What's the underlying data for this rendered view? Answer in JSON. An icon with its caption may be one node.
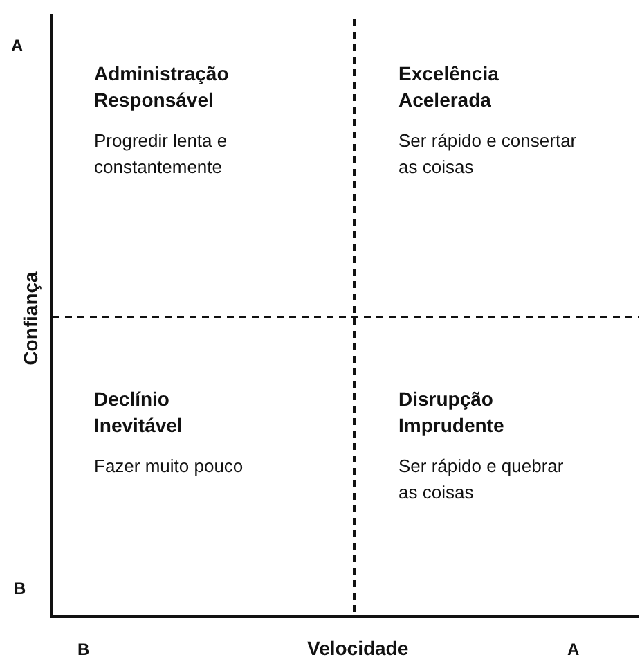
{
  "diagram": {
    "nodes": [
      {
        "text": [
          "Administração Responsável",
          "Progredir lenta e constantemente"
        ]
      },
      {
        "text": [
          "Excelência Acelerada",
          "Ser rápido e consertar as coisas"
        ]
      },
      {
        "text": [
          "Declínio Inevitável",
          "Fazer muito pouco"
        ]
      },
      {
        "text": [
          "Disrupção Imprudente",
          "Ser rápido e quebrar as coisas"
        ]
      }
    ],
    "edges": [],
    "labels": [
      "A",
      "Confiança",
      "B",
      "B",
      "Velocidade",
      "A"
    ]
  }
}
